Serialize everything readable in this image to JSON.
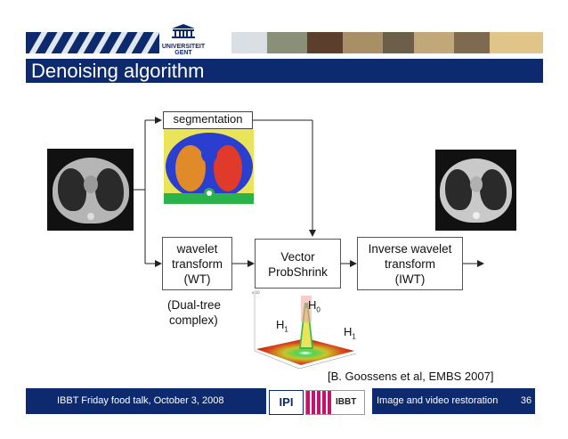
{
  "header": {
    "university_line1": "UNIVERSITEIT",
    "university_line2": "GENT"
  },
  "slide": {
    "title": "Denoising algorithm"
  },
  "diagram": {
    "segmentation_label": "segmentation",
    "wavelet_box": [
      "wavelet",
      "transform",
      "(WT)"
    ],
    "vector_box": [
      "Vector",
      "ProbShrink"
    ],
    "inverse_box": [
      "Inverse wavelet",
      "transform",
      "(IWT)"
    ],
    "dual_tree": [
      "(Dual-tree",
      "complex)"
    ],
    "h0": "H",
    "h0_sub": "0",
    "h1": "H",
    "h1_sub": "1",
    "citation": "[B. Goossens et al, EMBS 2007]"
  },
  "footer": {
    "left_text": "IBBT Friday food talk, October 3, 2008",
    "ipi_logo": "IPI",
    "ibbt_logo": "IBBT",
    "right_text": "Image and video restoration",
    "page_number": "36"
  },
  "colors": {
    "navy": "#0e2a6e",
    "seg_background": "#e9e45a",
    "seg_blue": "#2a3ecf",
    "seg_orange": "#e08a2a",
    "seg_red": "#e03b2a",
    "seg_green": "#2ab34a"
  }
}
